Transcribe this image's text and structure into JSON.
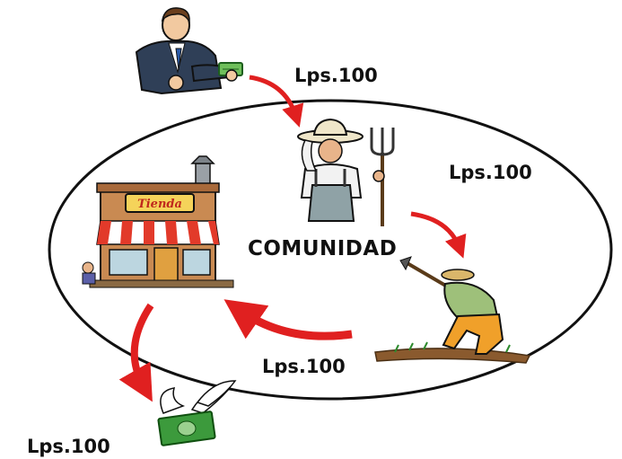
{
  "diagram": {
    "center_label": "COMUNIDAD",
    "store_sign": "Tienda",
    "amounts": {
      "top": "Lps.100",
      "right": "Lps.100",
      "bottom": "Lps.100",
      "bottom_left": "Lps.100"
    },
    "colors": {
      "arrow": "#e02020",
      "ellipse": "#111111",
      "awning_red": "#e23a2a",
      "money_green": "#3c9a3c"
    }
  }
}
